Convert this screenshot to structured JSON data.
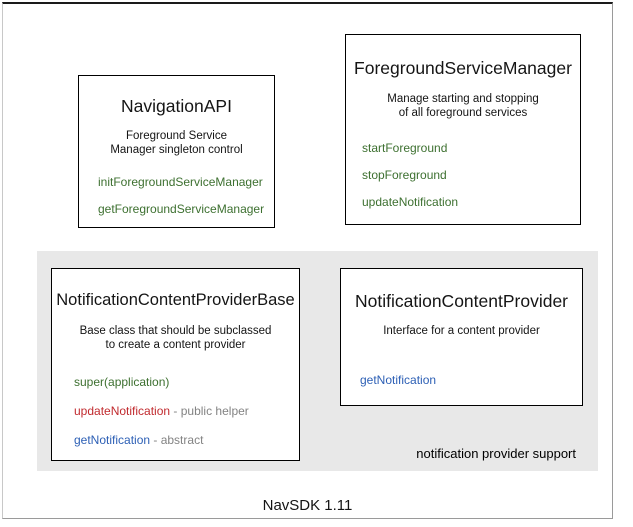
{
  "diagram": {
    "footer_caption": "NavSDK 1.11",
    "group_panel": {
      "label": "notification provider support",
      "background": "#e8e8e8"
    },
    "colors": {
      "method_green": "#3d7030",
      "method_blue": "#2c5fb5",
      "method_red": "#c12a2e",
      "annotation_gray": "#838383",
      "box_border": "#000000",
      "panel_background": "#e8e8e8",
      "page_background": "#ffffff"
    },
    "boxes": {
      "navigation_api": {
        "title": "NavigationAPI",
        "description": "Foreground Service\nManager singleton control",
        "members": [
          {
            "name": "initForegroundServiceManager",
            "color": "green",
            "suffix": ""
          },
          {
            "name": "getForegroundServiceManager",
            "color": "green",
            "suffix": ""
          }
        ]
      },
      "foreground_service_manager": {
        "title": "ForegroundServiceManager",
        "description": "Manage starting and stopping\nof all foreground services",
        "members": [
          {
            "name": "startForeground",
            "color": "green",
            "suffix": ""
          },
          {
            "name": "stopForeground",
            "color": "green",
            "suffix": ""
          },
          {
            "name": "updateNotification",
            "color": "green",
            "suffix": ""
          }
        ]
      },
      "notification_content_provider_base": {
        "title": "NotificationContentProviderBase",
        "description": "Base class that should be subclassed\nto create a content provider",
        "members": [
          {
            "name": "super(application)",
            "color": "green",
            "suffix": ""
          },
          {
            "name": "updateNotification",
            "color": "red",
            "suffix": " - public helper"
          },
          {
            "name": "getNotification",
            "color": "blue",
            "suffix": " - abstract"
          }
        ]
      },
      "notification_content_provider": {
        "title": "NotificationContentProvider",
        "description": "Interface for a content provider",
        "members": [
          {
            "name": "getNotification",
            "color": "blue",
            "suffix": ""
          }
        ]
      }
    }
  }
}
